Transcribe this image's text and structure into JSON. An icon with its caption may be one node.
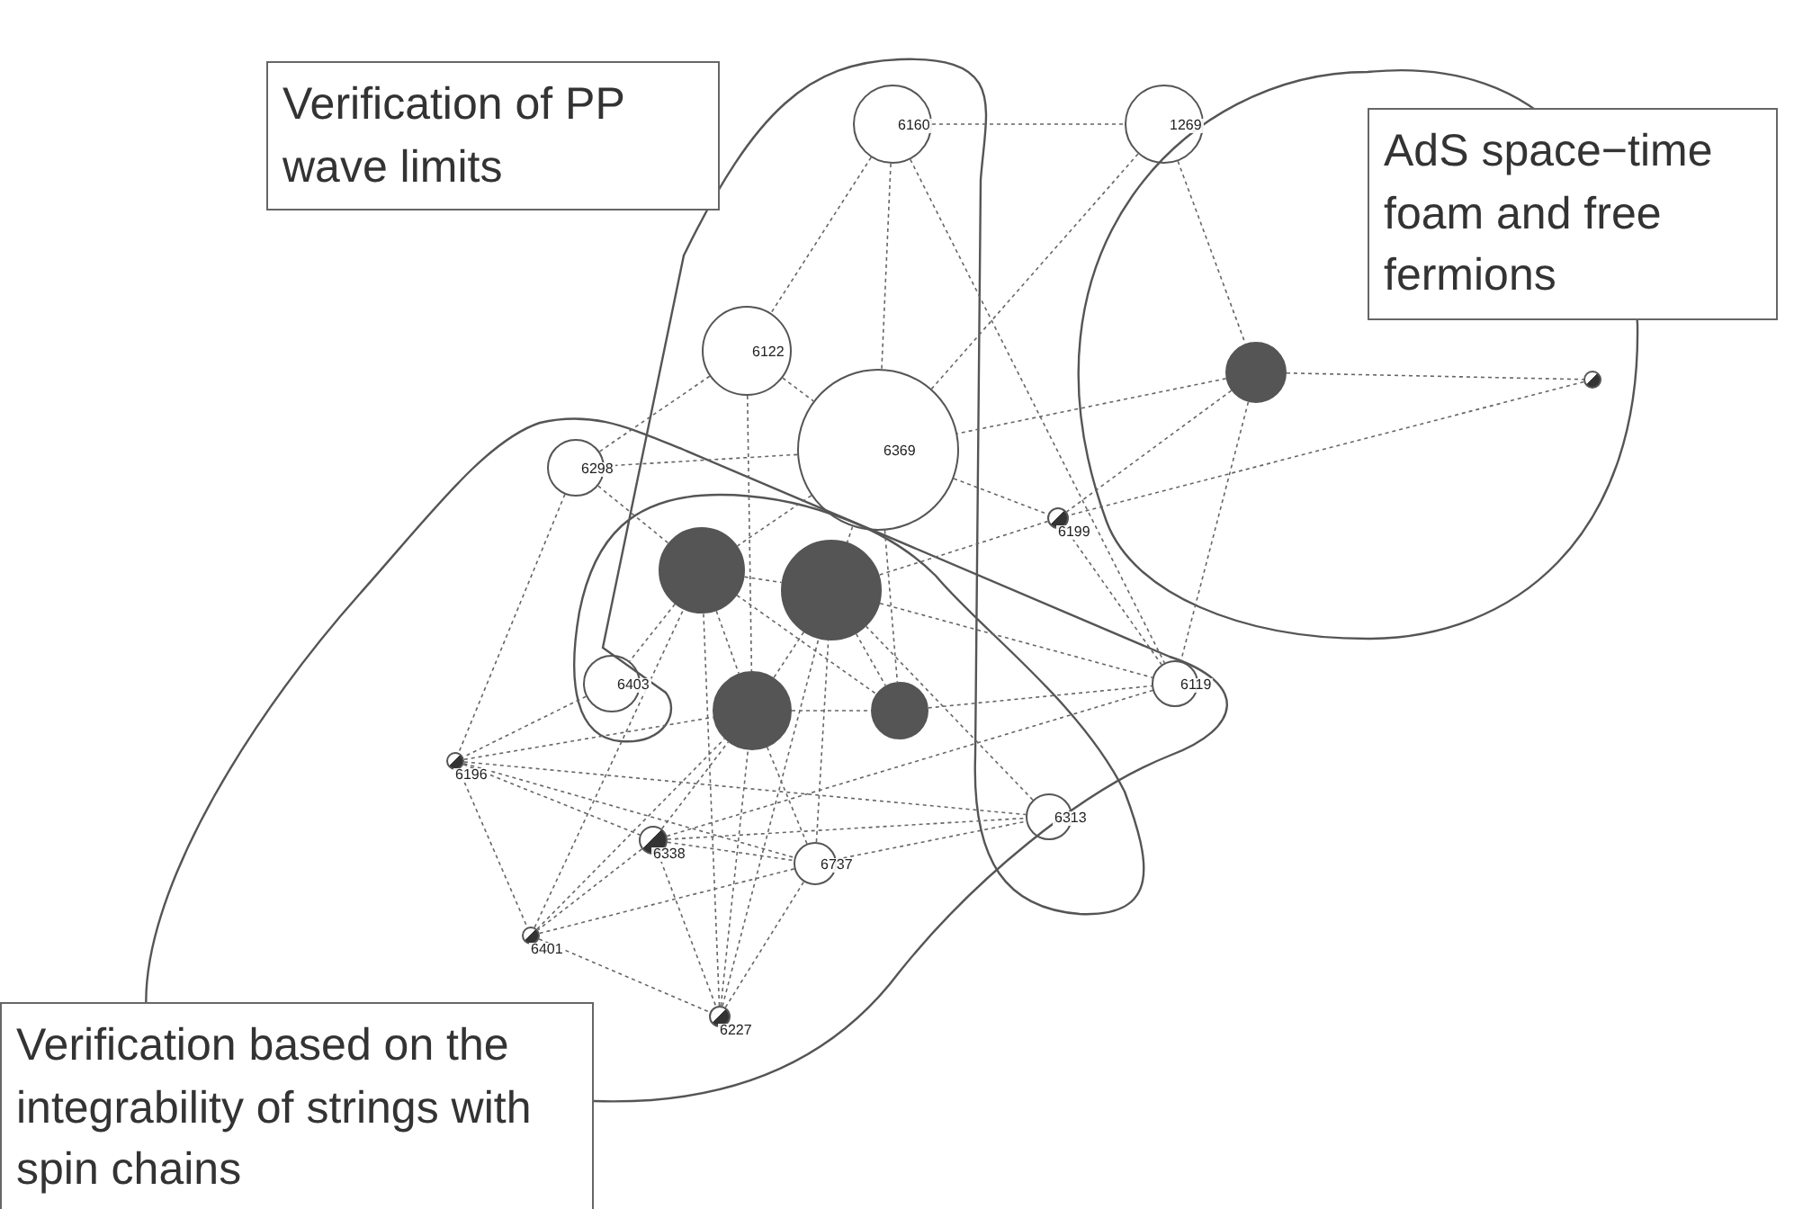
{
  "diagram": {
    "nodes": [
      {
        "text": [
          "Verification of PP wave limits"
        ]
      },
      {
        "text": [
          "AdS space−time foam and free fermions"
        ]
      },
      {
        "text": [
          "6160"
        ]
      },
      {
        "text": [
          "1269"
        ]
      },
      {
        "text": [
          "6122"
        ]
      },
      {
        "text": [],
        "shape": "circle"
      },
      {
        "text": [
          "6369"
        ]
      },
      {
        "text": [],
        "shape": "circle"
      },
      {
        "text": [
          "6298"
        ]
      },
      {
        "text": [
          "6199"
        ]
      },
      {
        "text": [],
        "shape": "circle"
      },
      {
        "text": [],
        "shape": "circle"
      },
      {
        "text": [
          "6403"
        ]
      },
      {
        "text": [],
        "shape": "circle"
      },
      {
        "text": [],
        "shape": "circle"
      },
      {
        "text": [
          "6119"
        ]
      },
      {
        "text": [
          "6196"
        ]
      },
      {
        "text": [
          "6313"
        ]
      },
      {
        "text": [
          "6338"
        ]
      },
      {
        "text": [
          "6737"
        ]
      },
      {
        "text": [
          "6401"
        ]
      },
      {
        "text": [
          "6227"
        ]
      },
      {
        "text": [
          "Verification based on the integrability of strings with spin chains"
        ]
      }
    ],
    "edges": [
      {
        "from": 2,
        "to": 3,
        "arrow": "none"
      },
      {
        "from": 2,
        "to": 4,
        "arrow": "none"
      },
      {
        "from": 2,
        "to": 6,
        "arrow": "none"
      },
      {
        "from": 2,
        "to": 15,
        "arrow": "none"
      },
      {
        "from": 3,
        "to": 5,
        "arrow": "none"
      },
      {
        "from": 3,
        "to": 6,
        "arrow": "none"
      },
      {
        "from": 5,
        "to": 7,
        "arrow": "none"
      },
      {
        "from": 5,
        "to": 6,
        "arrow": "none"
      },
      {
        "from": 5,
        "to": 9,
        "arrow": "none"
      },
      {
        "from": 5,
        "to": 15,
        "arrow": "none"
      },
      {
        "from": 7,
        "to": 9,
        "arrow": "none"
      },
      {
        "from": 9,
        "to": 15,
        "arrow": "none"
      },
      {
        "from": 9,
        "to": 11,
        "arrow": "none"
      },
      {
        "from": 6,
        "to": 9,
        "arrow": "none"
      },
      {
        "from": 4,
        "to": 8,
        "arrow": "none"
      },
      {
        "from": 4,
        "to": 6,
        "arrow": "none"
      },
      {
        "from": 4,
        "to": 13,
        "arrow": "none"
      },
      {
        "from": 6,
        "to": 8,
        "arrow": "none"
      },
      {
        "from": 6,
        "to": 10,
        "arrow": "none"
      },
      {
        "from": 6,
        "to": 11,
        "arrow": "none"
      },
      {
        "from": 6,
        "to": 14,
        "arrow": "none"
      },
      {
        "from": 8,
        "to": 10,
        "arrow": "none"
      },
      {
        "from": 8,
        "to": 16,
        "arrow": "none"
      },
      {
        "from": 10,
        "to": 11,
        "arrow": "none"
      },
      {
        "from": 10,
        "to": 13,
        "arrow": "none"
      },
      {
        "from": 10,
        "to": 14,
        "arrow": "none"
      },
      {
        "from": 10,
        "to": 12,
        "arrow": "none"
      },
      {
        "from": 11,
        "to": 13,
        "arrow": "none"
      },
      {
        "from": 11,
        "to": 14,
        "arrow": "none"
      },
      {
        "from": 11,
        "to": 15,
        "arrow": "none"
      },
      {
        "from": 13,
        "to": 14,
        "arrow": "none"
      },
      {
        "from": 14,
        "to": 15,
        "arrow": "none"
      },
      {
        "from": 12,
        "to": 16,
        "arrow": "none"
      },
      {
        "from": 16,
        "to": 18,
        "arrow": "none"
      },
      {
        "from": 16,
        "to": 19,
        "arrow": "none"
      },
      {
        "from": 16,
        "to": 20,
        "arrow": "none"
      },
      {
        "from": 16,
        "to": 13,
        "arrow": "none"
      },
      {
        "from": 16,
        "to": 17,
        "arrow": "none"
      },
      {
        "from": 18,
        "to": 20,
        "arrow": "none"
      },
      {
        "from": 18,
        "to": 21,
        "arrow": "none"
      },
      {
        "from": 18,
        "to": 13,
        "arrow": "none"
      },
      {
        "from": 18,
        "to": 19,
        "arrow": "none"
      },
      {
        "from": 18,
        "to": 17,
        "arrow": "none"
      },
      {
        "from": 18,
        "to": 15,
        "arrow": "none"
      },
      {
        "from": 20,
        "to": 21,
        "arrow": "none"
      },
      {
        "from": 20,
        "to": 19,
        "arrow": "none"
      },
      {
        "from": 20,
        "to": 10,
        "arrow": "none"
      },
      {
        "from": 20,
        "to": 13,
        "arrow": "none"
      },
      {
        "from": 21,
        "to": 19,
        "arrow": "none"
      },
      {
        "from": 21,
        "to": 13,
        "arrow": "none"
      },
      {
        "from": 21,
        "to": 10,
        "arrow": "none"
      },
      {
        "from": 21,
        "to": 11,
        "arrow": "none"
      },
      {
        "from": 19,
        "to": 13,
        "arrow": "none"
      },
      {
        "from": 19,
        "to": 11,
        "arrow": "none"
      },
      {
        "from": 19,
        "to": 17,
        "arrow": "none"
      },
      {
        "from": 17,
        "to": 11,
        "arrow": "none"
      }
    ]
  }
}
